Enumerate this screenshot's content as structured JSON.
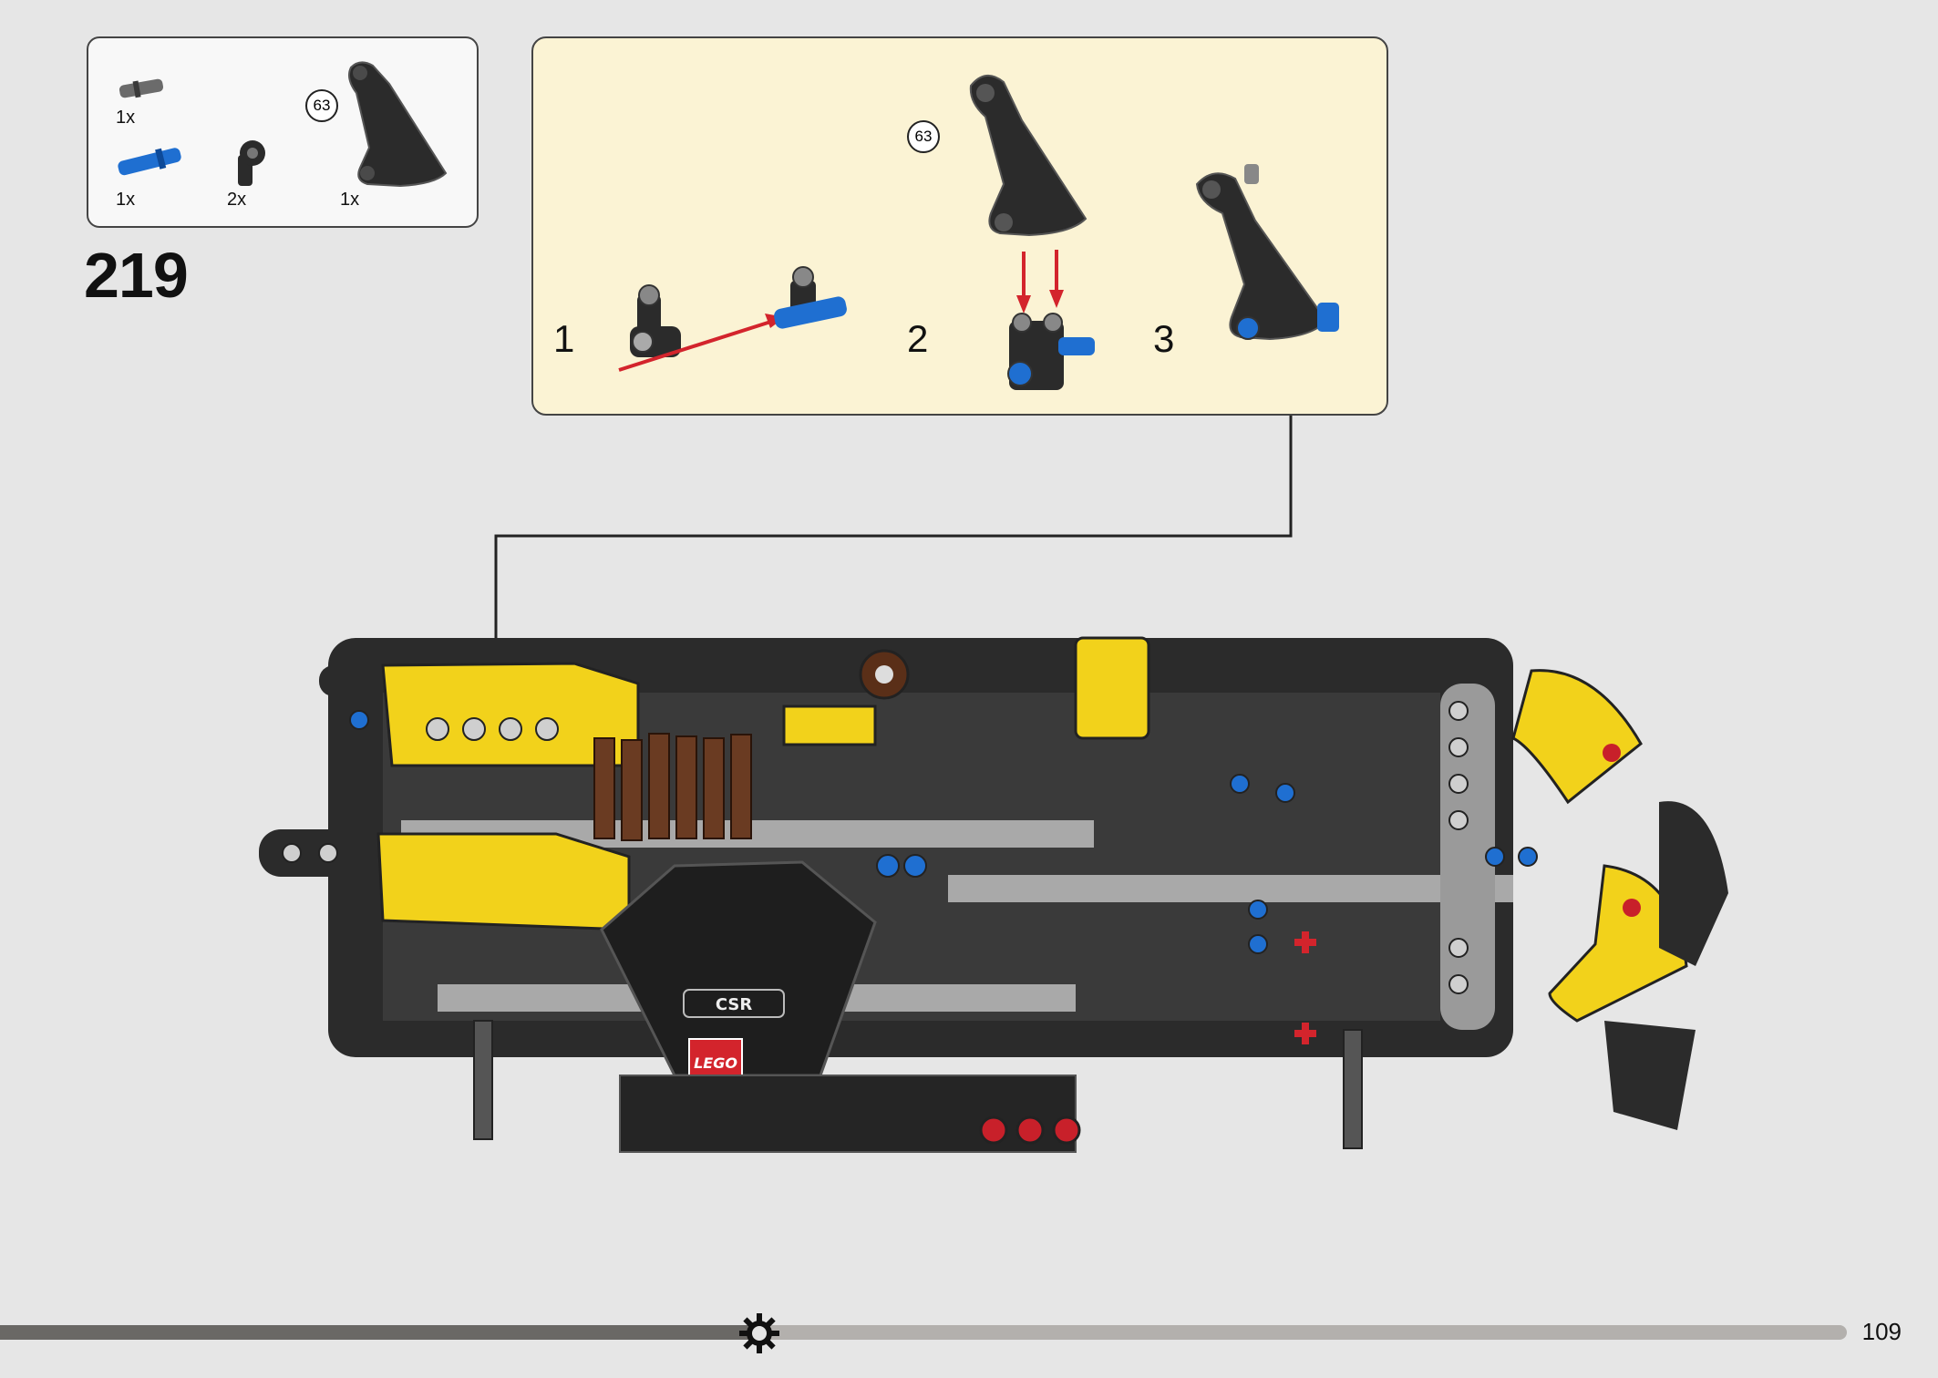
{
  "parts": {
    "items": [
      {
        "name": "gray-connector-pin",
        "count": "1x"
      },
      {
        "name": "blue-axle-pin",
        "count": "1x"
      },
      {
        "name": "black-angle-connector",
        "count": "2x"
      },
      {
        "name": "black-fairing-panel",
        "count": "1x",
        "ref": "63"
      }
    ]
  },
  "step": {
    "number": "219"
  },
  "callout": {
    "substeps": [
      "1",
      "2",
      "3"
    ],
    "ref": "63"
  },
  "model": {
    "badge_text": "CSR",
    "logo_text": "LEGO"
  },
  "page": {
    "number": "109",
    "progress": 0.41
  },
  "colors": {
    "background": "#e6e6e6",
    "callout_bg": "#fbf3d4",
    "part_black": "#2b2b2b",
    "part_yellow": "#f2d21b",
    "part_blue": "#1f6fd1",
    "arrow_red": "#d3242c"
  }
}
